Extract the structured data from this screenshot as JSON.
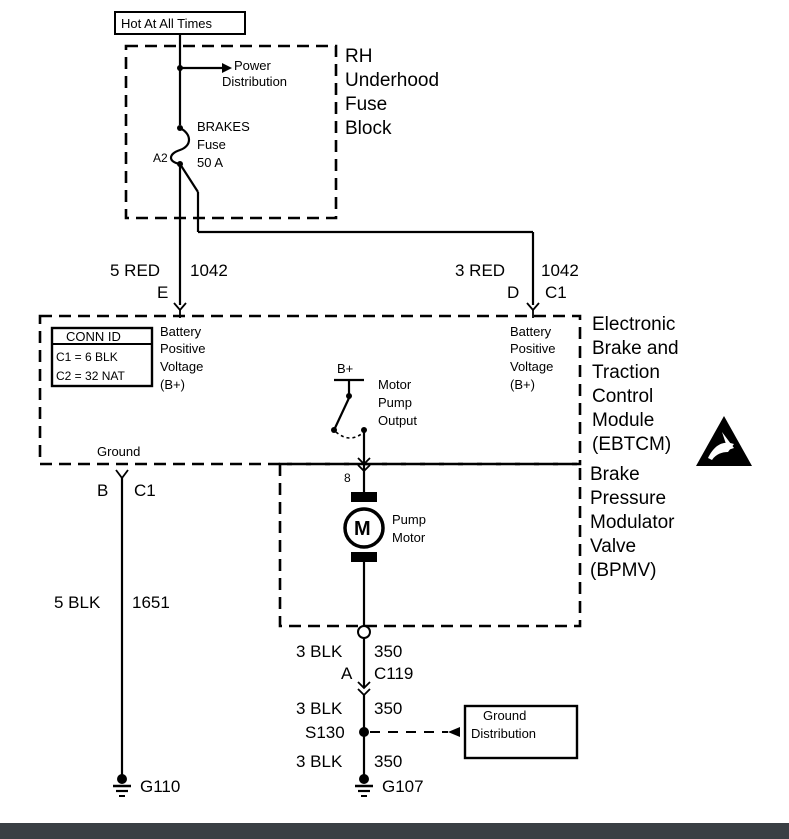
{
  "labels": {
    "hot_at_all_times": "Hot At All Times",
    "power_distribution_1": "Power",
    "power_distribution_2": "Distribution",
    "fuse_name": "BRAKES",
    "fuse_word": "Fuse",
    "fuse_rating": "50 A",
    "fuse_terminal": "A2",
    "rh_block": [
      "RH",
      "Underhood",
      "Fuse",
      "Block"
    ],
    "wire_left_gauge": "5 RED",
    "wire_left_circuit": "1042",
    "pin_e": "E",
    "wire_right_gauge": "3 RED",
    "wire_right_circuit": "1042",
    "pin_d": "D",
    "conn_c1_right": "C1",
    "conn_id_title": "CONN ID",
    "conn_id_c1": "C1 = 6 BLK",
    "conn_id_c2": "C2 = 32 NAT",
    "battery_left": [
      "Battery",
      "Positive",
      "Voltage",
      "(B+)"
    ],
    "battery_right": [
      "Battery",
      "Positive",
      "Voltage",
      "(B+)"
    ],
    "bplus": "B+",
    "motor_pump_output": [
      "Motor",
      "Pump",
      "Output"
    ],
    "ebtcm": [
      "Electronic",
      "Brake and",
      "Traction",
      "Control",
      "Module",
      "(EBTCM)"
    ],
    "ground": "Ground",
    "pin_b": "B",
    "conn_c1_left": "C1",
    "pin_8": "8",
    "motor_symbol": "M",
    "pump_motor": [
      "Pump",
      "Motor"
    ],
    "bpmv": [
      "Brake",
      "Pressure",
      "Modulator",
      "Valve",
      "(BPMV)"
    ],
    "wire_ground_gauge": "5 BLK",
    "wire_ground_circuit": "1651",
    "g110": "G110",
    "wire_a_gauge": "3 BLK",
    "wire_a_circuit": "350",
    "pin_a": "A",
    "c119": "C119",
    "wire_b_gauge": "3 BLK",
    "wire_b_circuit": "350",
    "s130": "S130",
    "ground_distribution": [
      "Ground",
      "Distribution"
    ],
    "wire_c_gauge": "3 BLK",
    "wire_c_circuit": "350",
    "g107": "G107"
  },
  "colors": {
    "ink": "#000000",
    "background": "#ffffff",
    "bottom_bar": "#3a3f44"
  },
  "icons": {
    "esd": "esd-warning-icon"
  }
}
